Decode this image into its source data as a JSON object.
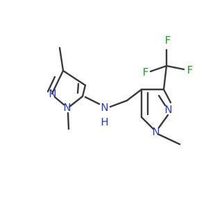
{
  "molecule": {
    "atoms": {
      "n_top_left": "N",
      "n_left_methyl": "N",
      "nh": "N",
      "nh_h": "H",
      "n_right_ring": "N",
      "n_right_methyl": "N",
      "f1": "F",
      "f2": "F",
      "f3": "F"
    },
    "colors": {
      "bond": "#3a3a3a",
      "nitrogen": "#2b3bb0",
      "fluorine": "#2e9a32"
    }
  }
}
